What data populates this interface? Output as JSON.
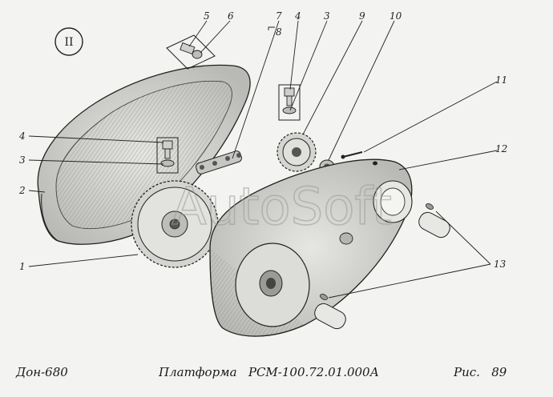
{
  "figure": {
    "view_marker": "II",
    "callouts": [
      "1",
      "2",
      "3",
      "4",
      "5",
      "6",
      "7",
      "8",
      "9",
      "10",
      "11",
      "12",
      "13"
    ],
    "watermark": "AutoSoft"
  },
  "footer": {
    "left": "Дон-680",
    "center": "Платформа   РСМ-100.72.01.000А",
    "right": "Рис.   89"
  },
  "colors": {
    "ink": "#222222",
    "paper": "#f3f3f1",
    "shade": "#c9c9c6"
  }
}
